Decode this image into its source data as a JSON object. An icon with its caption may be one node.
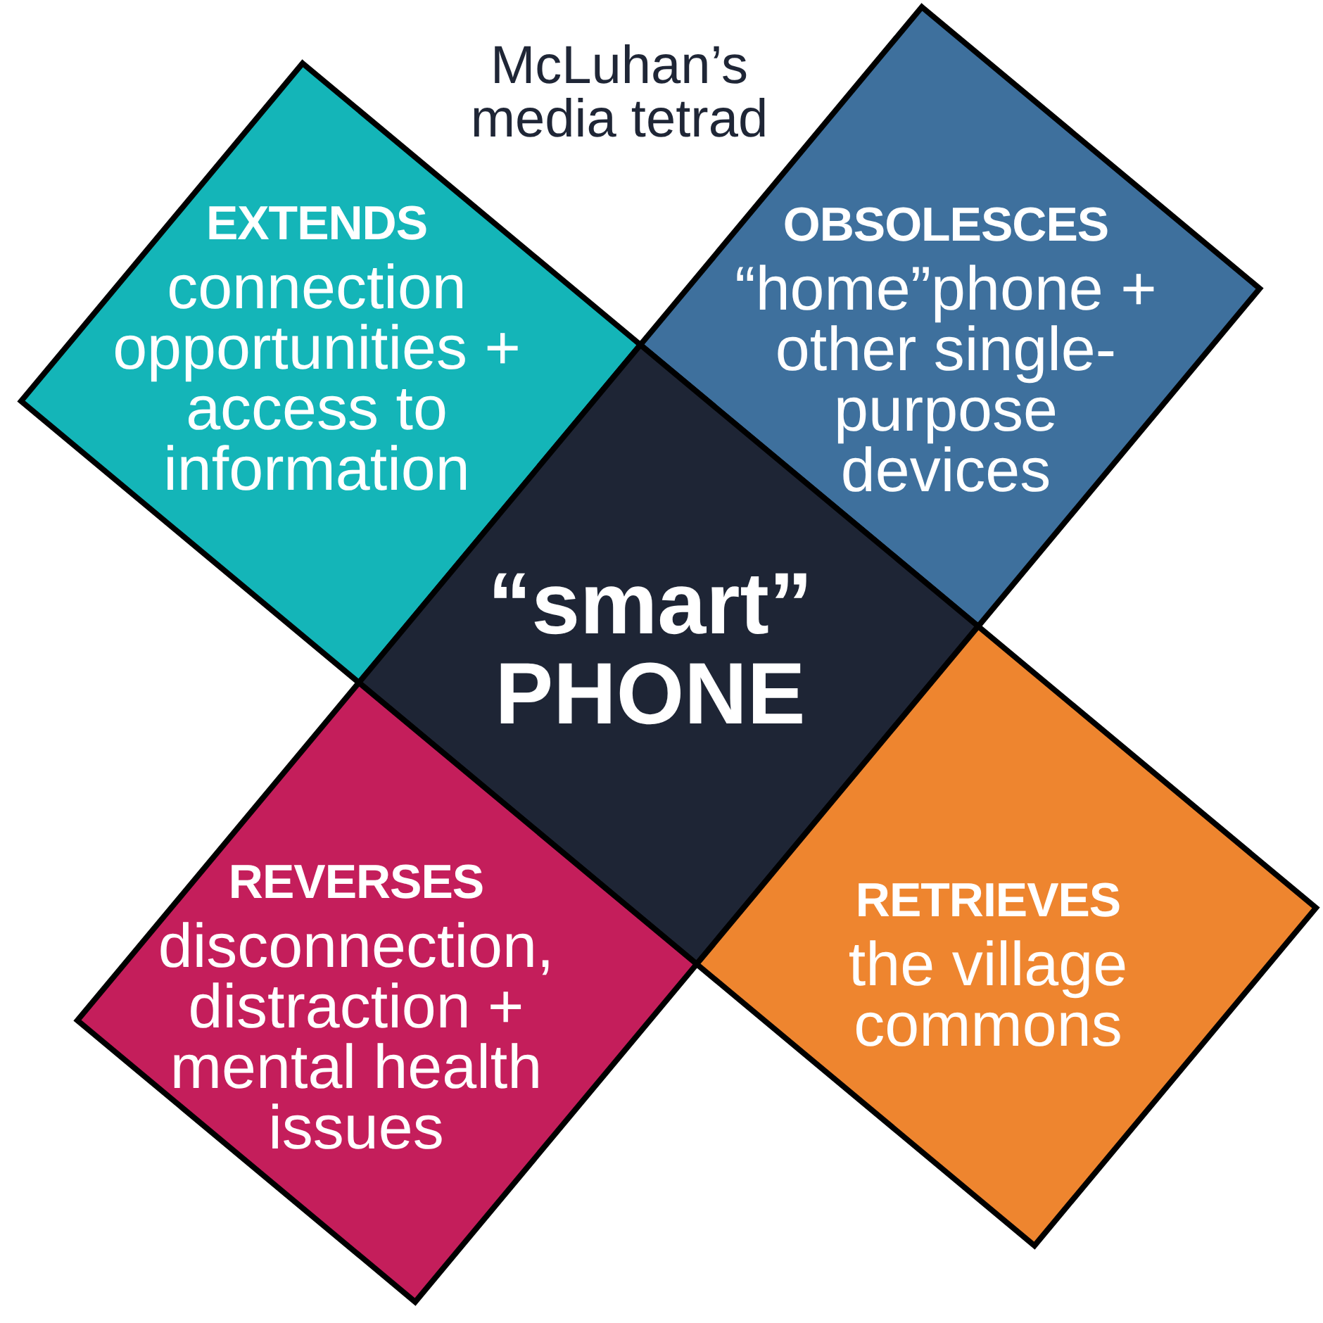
{
  "diagram": {
    "title": "McLuhan’s media tetrad",
    "nodes": [
      {
        "text": [
          "EXTENDS",
          "connection opportunities + access to information"
        ]
      },
      {
        "text": [
          "OBSOLESCES",
          "“home”phone + other single-purpose devices"
        ]
      },
      {
        "text": [
          "“smart” PHONE"
        ]
      },
      {
        "text": [
          "REVERSES",
          "disconnection, distraction + mental health issues"
        ]
      },
      {
        "text": [
          "RETRIEVES",
          "the village commons"
        ]
      }
    ]
  }
}
